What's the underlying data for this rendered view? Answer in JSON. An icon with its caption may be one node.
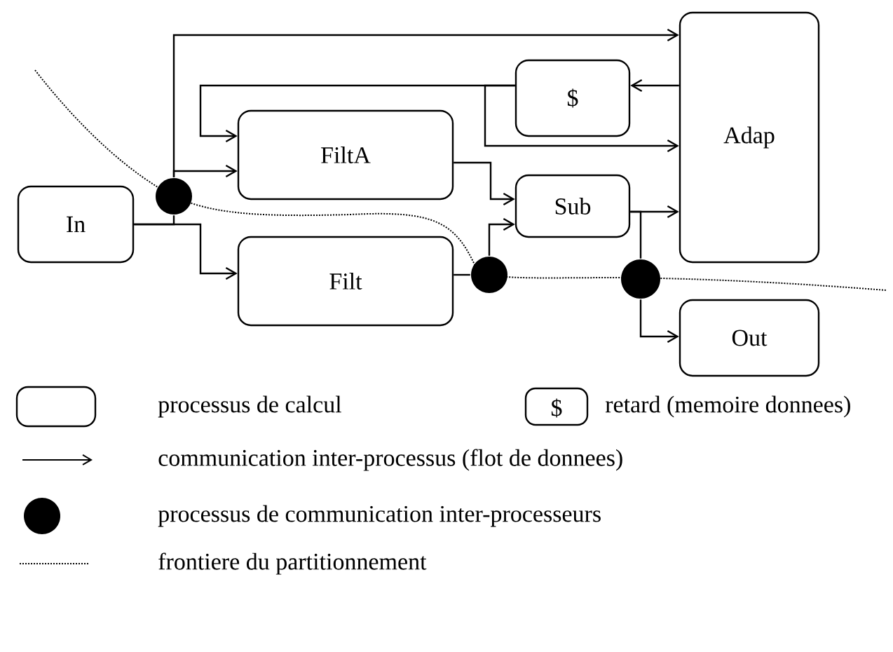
{
  "diagram": {
    "nodes": [
      {
        "text": [
          "In"
        ]
      },
      {
        "text": [
          "FiltA"
        ]
      },
      {
        "text": [
          "Filt"
        ]
      },
      {
        "text": [
          "$"
        ]
      },
      {
        "text": [
          "Sub"
        ]
      },
      {
        "text": [
          "Adap"
        ]
      },
      {
        "text": [
          "Out"
        ]
      },
      {
        "text": [],
        "shape": "circle"
      },
      {
        "text": [],
        "shape": "circle"
      },
      {
        "text": [],
        "shape": "circle"
      }
    ],
    "edges": [
      {
        "from": 0,
        "to": 7,
        "arrow": "none"
      },
      {
        "from": 0,
        "to": 2,
        "arrow": "to"
      },
      {
        "from": 7,
        "to": 1,
        "arrow": "to"
      },
      {
        "from": 7,
        "to": 5,
        "arrow": "to"
      },
      {
        "from": 3,
        "to": 1,
        "arrow": "to"
      },
      {
        "from": 3,
        "to": 5,
        "arrow": "to"
      },
      {
        "from": 5,
        "to": 3,
        "arrow": "to"
      },
      {
        "from": 1,
        "to": 4,
        "arrow": "to"
      },
      {
        "from": 2,
        "to": 8,
        "arrow": "none"
      },
      {
        "from": 8,
        "to": 4,
        "arrow": "to"
      },
      {
        "from": 4,
        "to": 5,
        "arrow": "to"
      },
      {
        "from": 4,
        "to": 9,
        "arrow": "none"
      },
      {
        "from": 9,
        "to": 6,
        "arrow": "to"
      }
    ],
    "labels": [
      "$"
    ],
    "legend": [
      {
        "text": "processus de calcul"
      },
      {
        "text": "retard (memoire donnees)"
      },
      {
        "text": "communication inter-processus (flot de donnees)"
      },
      {
        "text": "processus de communication inter-processeurs"
      },
      {
        "text": "frontiere du partitionnement"
      }
    ]
  }
}
